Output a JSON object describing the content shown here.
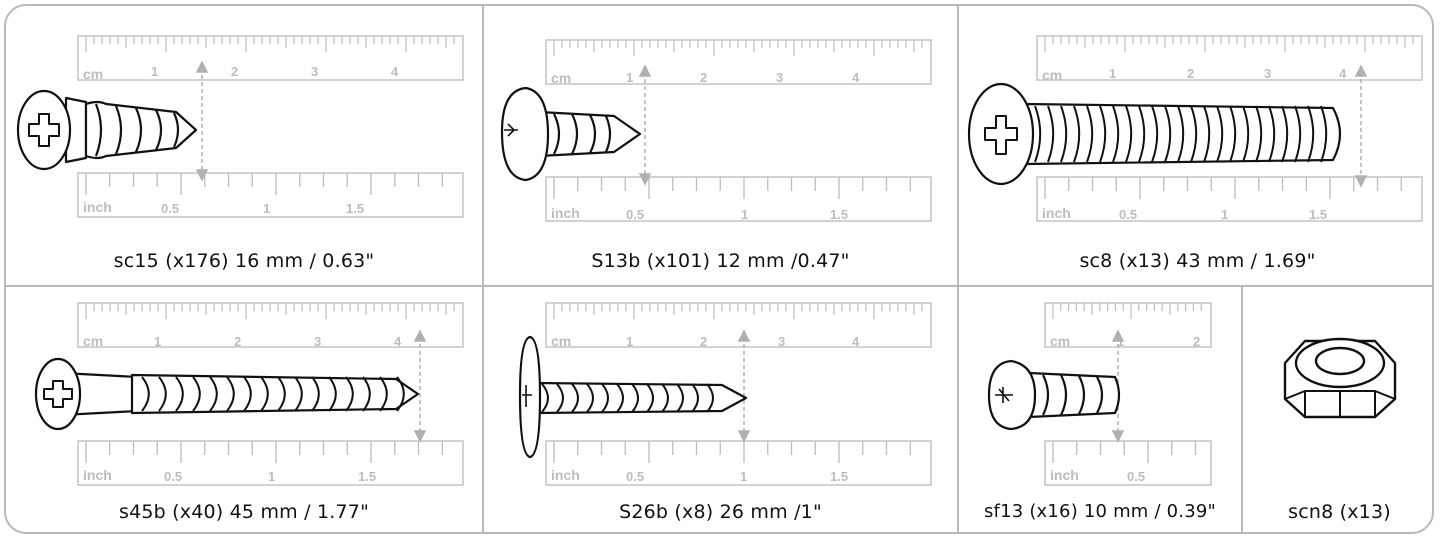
{
  "items": [
    {
      "code": "sc15",
      "qty": "(x176)",
      "caption": "sc15 (x176) 16 mm / 0.63\"",
      "ruler": {
        "cm_unit": "cm",
        "cm_ticks": [
          "1",
          "2",
          "3",
          "4"
        ],
        "inch_unit": "inch",
        "inch_ticks": [
          "0.5",
          "1",
          "1.5"
        ]
      },
      "icon": "phillips-pan-head-screw-icon"
    },
    {
      "code": "S13b",
      "qty": "(x101)",
      "caption": "S13b (x101) 12 mm /0.47\"",
      "ruler": {
        "cm_unit": "cm",
        "cm_ticks": [
          "1",
          "2",
          "3",
          "4"
        ],
        "inch_unit": "inch",
        "inch_ticks": [
          "0.5",
          "1",
          "1.5"
        ]
      },
      "icon": "phillips-round-head-screw-icon"
    },
    {
      "code": "sc8",
      "qty": "(x13)",
      "caption": "sc8 (x13) 43 mm / 1.69\"",
      "ruler": {
        "cm_unit": "cm",
        "cm_ticks": [
          "1",
          "2",
          "3",
          "4"
        ],
        "inch_unit": "inch",
        "inch_ticks": [
          "0.5",
          "1",
          "1.5"
        ]
      },
      "icon": "phillips-machine-screw-icon"
    },
    {
      "code": "s45b",
      "qty": "(x40)",
      "caption": "s45b (x40) 45 mm / 1.77\"",
      "ruler": {
        "cm_unit": "cm",
        "cm_ticks": [
          "1",
          "2",
          "3",
          "4"
        ],
        "inch_unit": "inch",
        "inch_ticks": [
          "0.5",
          "1",
          "1.5"
        ]
      },
      "icon": "phillips-wood-screw-icon"
    },
    {
      "code": "S26b",
      "qty": "(x8)",
      "caption": "S26b (x8) 26 mm /1\"",
      "ruler": {
        "cm_unit": "cm",
        "cm_ticks": [
          "1",
          "2",
          "3",
          "4"
        ],
        "inch_unit": "inch",
        "inch_ticks": [
          "0.5",
          "1",
          "1.5"
        ]
      },
      "icon": "phillips-wafer-head-screw-icon"
    },
    {
      "code": "sf13",
      "qty": "(x16)",
      "caption": "sf13 (x16) 10 mm / 0.39\"",
      "ruler": {
        "cm_unit": "cm",
        "cm_ticks": [
          "1",
          "2"
        ],
        "inch_unit": "inch",
        "inch_ticks": [
          "0.5"
        ]
      },
      "icon": "phillips-flange-screw-icon"
    },
    {
      "code": "scn8",
      "qty": "(x13)",
      "caption": "scn8 (x13)",
      "icon": "hex-nut-icon"
    }
  ]
}
